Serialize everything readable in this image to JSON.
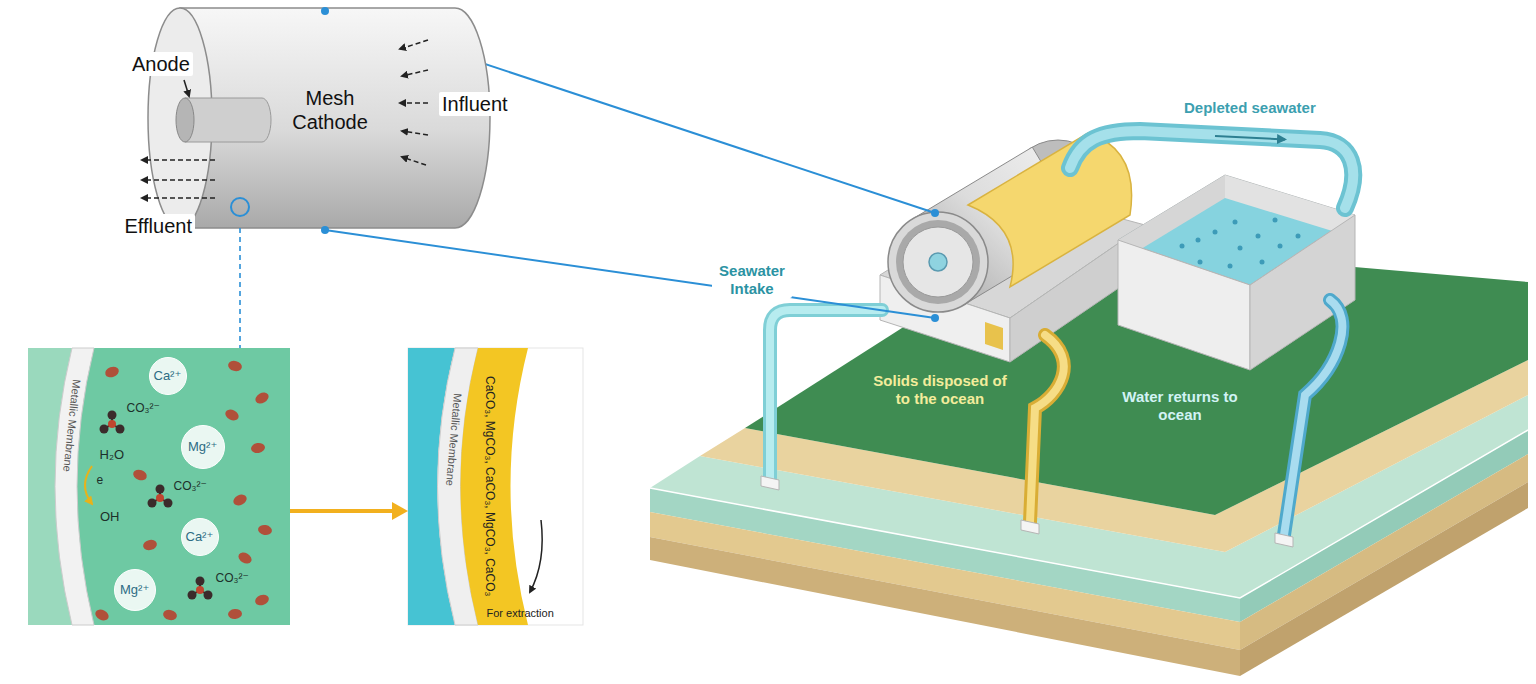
{
  "diagram": {
    "nodes": [
      {
        "text": [
          "Anode",
          "Mesh Cathode"
        ]
      },
      {
        "text": [
          "Metallic Membrane",
          "CO₃²⁻",
          "H₂O",
          "e",
          "OH",
          "CO₃²⁻",
          "CO₃²⁻"
        ]
      },
      {
        "text": [
          "Ca²⁺"
        ],
        "in": 1
      },
      {
        "text": [
          "Mg²⁺"
        ],
        "in": 1
      },
      {
        "text": [
          "Ca²⁺"
        ],
        "in": 1
      },
      {
        "text": [
          "Mg²⁺"
        ],
        "in": 1
      },
      {
        "text": [
          "CaCO₃, MgCO₃, CaCO₃, MgCO₃, CaCO₃",
          "Metallic Membrane",
          "For extraction"
        ]
      }
    ],
    "edges": [
      {
        "from": 0,
        "to": 1,
        "arrow": "none"
      },
      {
        "from": 1,
        "to": 6,
        "arrow": "to"
      }
    ],
    "labels": [
      "Influent",
      "Effluent",
      "Depleted seawater",
      "Seawater Intake",
      "Solids disposed of to the ocean",
      "Water returns to ocean"
    ]
  }
}
